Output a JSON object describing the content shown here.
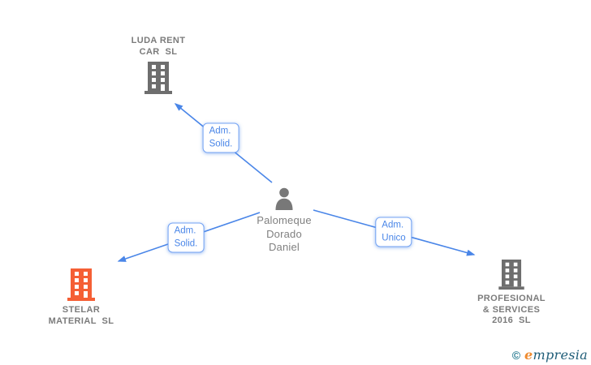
{
  "person": {
    "name": "Palomeque\nDorado\nDaniel"
  },
  "companies": [
    {
      "id": "luda",
      "name": "LUDA RENT\nCAR  SL"
    },
    {
      "id": "stelar",
      "name": "STELAR\nMATERIAL  SL"
    },
    {
      "id": "profesional",
      "name": "PROFESIONAL\n& SERVICES\n2016  SL"
    }
  ],
  "edges": [
    {
      "from": "person",
      "to": "luda",
      "label": "Adm.\nSolid."
    },
    {
      "from": "person",
      "to": "stelar",
      "label": "Adm.\nSolid."
    },
    {
      "from": "person",
      "to": "profesional",
      "label": "Adm.\nUnico"
    }
  ],
  "watermark": {
    "copyright": "©",
    "brand_first": "e",
    "brand_rest": "mpresia"
  },
  "colors": {
    "edge_blue": "#4a86e8",
    "label_border_blue": "#74a3f3",
    "node_text_gray": "#7b7b7b",
    "icon_gray": "#6e6e6e",
    "icon_orange": "#f55f35",
    "watermark_teal": "#1f5d78",
    "watermark_orange": "#ef8b2f"
  }
}
